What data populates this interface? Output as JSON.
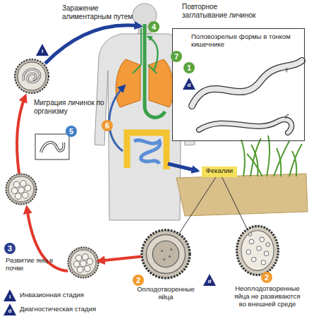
{
  "diagram": {
    "nodes": [
      {
        "text": [
          "Половозрелые формы в тонком кишечнике"
        ]
      },
      {
        "text": [
          "Фекалии"
        ]
      },
      {
        "text": [
          "Оплодотворенные яйца"
        ]
      },
      {
        "text": [
          "Неоплодотворенные яйца не развиваются во внешней среде"
        ]
      },
      {
        "text": [
          "Развитие яиц в почве"
        ]
      }
    ],
    "edges": [
      {
        "from": 1,
        "to": 2,
        "arrow": "none"
      },
      {
        "from": 1,
        "to": 3,
        "arrow": "none"
      },
      {
        "from": 2,
        "to": 4,
        "arrow": "to"
      }
    ],
    "labels": [
      "Заражение алиментарным путем",
      "4",
      "Повторное заглатывание личинок",
      "7",
      "1",
      "d",
      "♀",
      "♂",
      "Миграция личинок по организму",
      "6",
      "5",
      "i",
      "3",
      "2",
      "d",
      "2",
      "i",
      "d"
    ],
    "legend": [
      {
        "text": "Инвазионная стадия"
      },
      {
        "text": "Диагностическая стадия"
      }
    ]
  }
}
